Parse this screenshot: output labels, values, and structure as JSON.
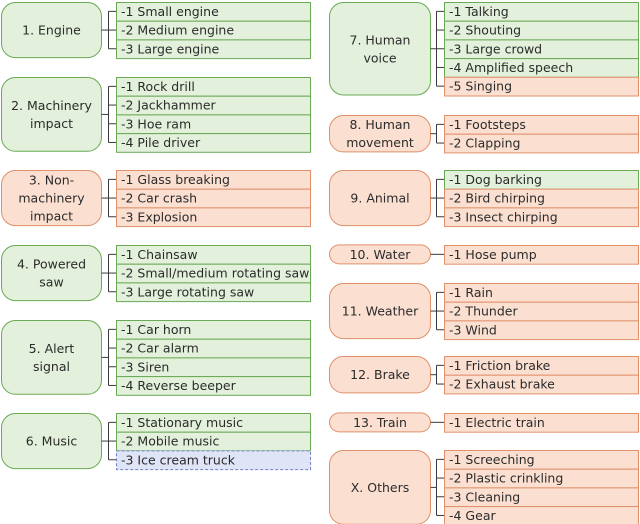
{
  "colors": {
    "green_fill": "#e3f1dc",
    "green_stroke": "#6aaa55",
    "orange_fill": "#fbe0d2",
    "orange_stroke": "#e0906a",
    "blue_fill": "#dfe4f7",
    "blue_stroke": "#6f7fc2",
    "connector": "#3a3a3a"
  },
  "categories": [
    {
      "id": "engine",
      "label": [
        "1. Engine"
      ],
      "color": "green",
      "items": [
        {
          "label": "-1 Small engine",
          "color": "green"
        },
        {
          "label": "-2 Medium engine",
          "color": "green"
        },
        {
          "label": "-3 Large engine",
          "color": "green"
        }
      ]
    },
    {
      "id": "machinery-impact",
      "label": [
        "2. Machinery",
        "impact"
      ],
      "color": "green",
      "items": [
        {
          "label": "-1 Rock drill",
          "color": "green"
        },
        {
          "label": "-2 Jackhammer",
          "color": "green"
        },
        {
          "label": "-3 Hoe ram",
          "color": "green"
        },
        {
          "label": "-4 Pile driver",
          "color": "green"
        }
      ]
    },
    {
      "id": "non-machinery-impact",
      "label": [
        "3. Non-",
        "machinery",
        "impact"
      ],
      "color": "orange",
      "items": [
        {
          "label": "-1 Glass breaking",
          "color": "orange"
        },
        {
          "label": "-2 Car crash",
          "color": "orange"
        },
        {
          "label": "-3 Explosion",
          "color": "orange"
        }
      ]
    },
    {
      "id": "powered-saw",
      "label": [
        "4. Powered",
        "saw"
      ],
      "color": "green",
      "items": [
        {
          "label": "-1 Chainsaw",
          "color": "green"
        },
        {
          "label": "-2 Small/medium rotating saw",
          "color": "green"
        },
        {
          "label": "-3 Large rotating saw",
          "color": "green"
        }
      ]
    },
    {
      "id": "alert-signal",
      "label": [
        "5. Alert",
        "signal"
      ],
      "color": "green",
      "items": [
        {
          "label": "-1 Car horn",
          "color": "green"
        },
        {
          "label": "-2 Car alarm",
          "color": "green"
        },
        {
          "label": "-3 Siren",
          "color": "green"
        },
        {
          "label": "-4 Reverse beeper",
          "color": "green"
        }
      ]
    },
    {
      "id": "music",
      "label": [
        "6. Music"
      ],
      "color": "green",
      "items": [
        {
          "label": "-1 Stationary music",
          "color": "green"
        },
        {
          "label": "-2 Mobile music",
          "color": "green"
        },
        {
          "label": "-3 Ice cream truck",
          "color": "blue"
        }
      ]
    },
    {
      "id": "human-voice",
      "label": [
        "7. Human",
        "voice"
      ],
      "color": "green",
      "items": [
        {
          "label": "-1 Talking",
          "color": "green"
        },
        {
          "label": "-2 Shouting",
          "color": "green"
        },
        {
          "label": "-3 Large crowd",
          "color": "green"
        },
        {
          "label": "-4 Amplified speech",
          "color": "green"
        },
        {
          "label": "-5 Singing",
          "color": "orange"
        }
      ]
    },
    {
      "id": "human-movement",
      "label": [
        "8. Human",
        "movement"
      ],
      "color": "orange",
      "items": [
        {
          "label": "-1 Footsteps",
          "color": "orange"
        },
        {
          "label": "-2 Clapping",
          "color": "orange"
        }
      ]
    },
    {
      "id": "animal",
      "label": [
        "9. Animal"
      ],
      "color": "orange",
      "items": [
        {
          "label": "-1 Dog barking",
          "color": "green"
        },
        {
          "label": "-2 Bird chirping",
          "color": "orange"
        },
        {
          "label": "-3 Insect chirping",
          "color": "orange"
        }
      ]
    },
    {
      "id": "water",
      "label": [
        "10. Water"
      ],
      "color": "orange",
      "items": [
        {
          "label": "-1 Hose pump",
          "color": "orange"
        }
      ]
    },
    {
      "id": "weather",
      "label": [
        "11. Weather"
      ],
      "color": "orange",
      "items": [
        {
          "label": "-1 Rain",
          "color": "orange"
        },
        {
          "label": "-2 Thunder",
          "color": "orange"
        },
        {
          "label": "-3 Wind",
          "color": "orange"
        }
      ]
    },
    {
      "id": "brake",
      "label": [
        "12. Brake"
      ],
      "color": "orange",
      "items": [
        {
          "label": "-1 Friction brake",
          "color": "orange"
        },
        {
          "label": "-2 Exhaust brake",
          "color": "orange"
        }
      ]
    },
    {
      "id": "train",
      "label": [
        "13. Train"
      ],
      "color": "orange",
      "items": [
        {
          "label": "-1 Electric train",
          "color": "orange"
        }
      ]
    },
    {
      "id": "others",
      "label": [
        "X. Others"
      ],
      "color": "orange",
      "items": [
        {
          "label": "-1 Screeching",
          "color": "orange"
        },
        {
          "label": "-2 Plastic crinkling",
          "color": "orange"
        },
        {
          "label": "-3 Cleaning",
          "color": "orange"
        },
        {
          "label": "-4 Gear",
          "color": "orange"
        }
      ]
    }
  ]
}
